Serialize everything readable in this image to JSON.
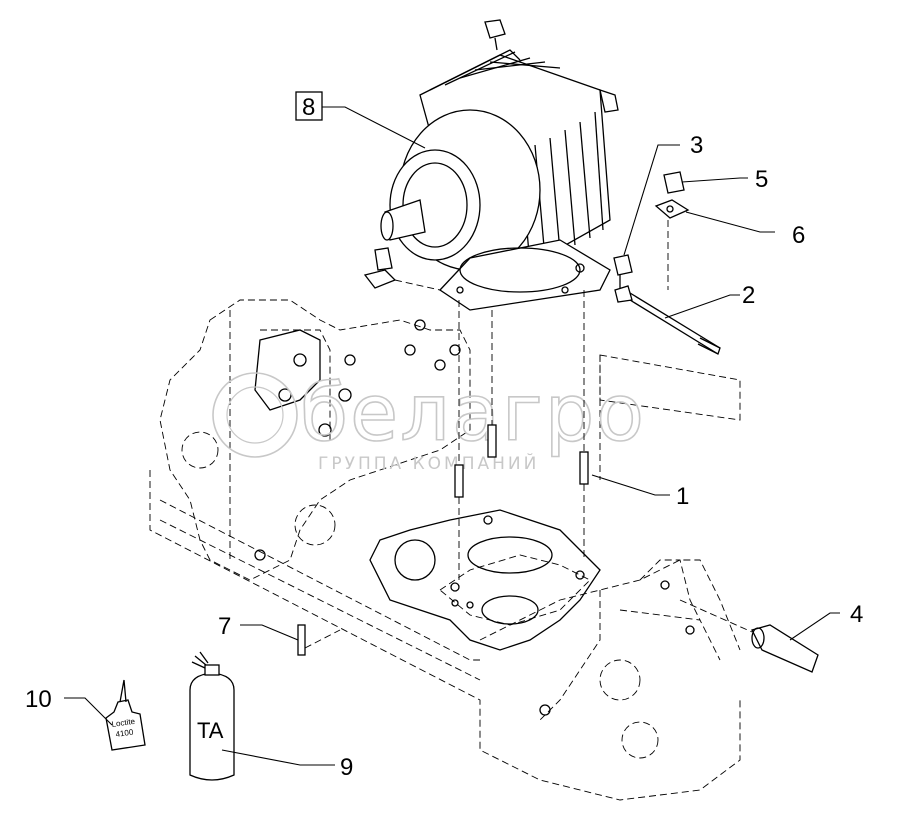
{
  "callouts": {
    "c1": "1",
    "c2": "2",
    "c3": "3",
    "c4": "4",
    "c5": "5",
    "c6": "6",
    "c7": "7",
    "c8": "8",
    "c9": "9",
    "c10": "10"
  },
  "watermark": {
    "brand": "белагро",
    "subtitle": "ГРУППА КОМПАНИЙ"
  },
  "labels": {
    "spray_can": "TA",
    "bottle_line1": "Loctite",
    "bottle_line2": "4100"
  },
  "colors": {
    "line": "#000000",
    "watermark": "#c8c8c8",
    "background": "#ffffff"
  }
}
